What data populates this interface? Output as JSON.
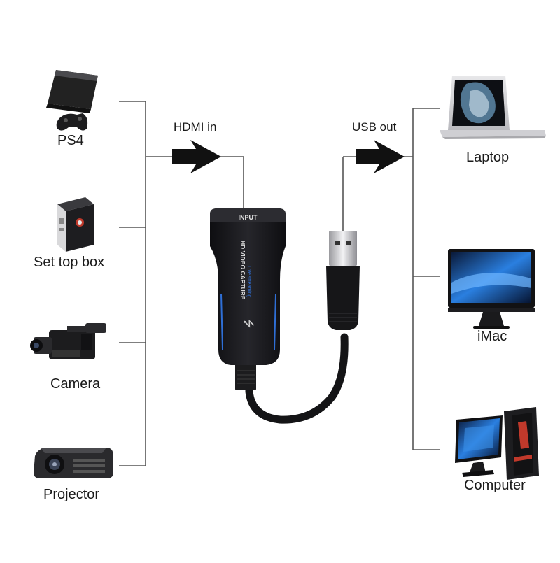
{
  "inputs": [
    {
      "label": "PS4",
      "icon": "game-console-icon"
    },
    {
      "label": "Set top box",
      "icon": "set-top-box-icon"
    },
    {
      "label": "Camera",
      "icon": "camcorder-icon"
    },
    {
      "label": "Projector",
      "icon": "projector-icon"
    }
  ],
  "outputs": [
    {
      "label": "Laptop",
      "icon": "laptop-icon"
    },
    {
      "label": "iMac",
      "icon": "imac-icon"
    },
    {
      "label": "Computer",
      "icon": "desktop-computer-icon"
    }
  ],
  "flow": {
    "hdmi_label": "HDMI in",
    "usb_label": "USB out"
  },
  "device": {
    "input_label": "INPUT",
    "brand_line": "HD VIDEO CAPTURE",
    "sub_line": "Live streaming"
  },
  "colors": {
    "line": "#555555",
    "device_body": "#1b1b1f",
    "device_accent": "#2f6fd6",
    "arrow": "#111111"
  }
}
